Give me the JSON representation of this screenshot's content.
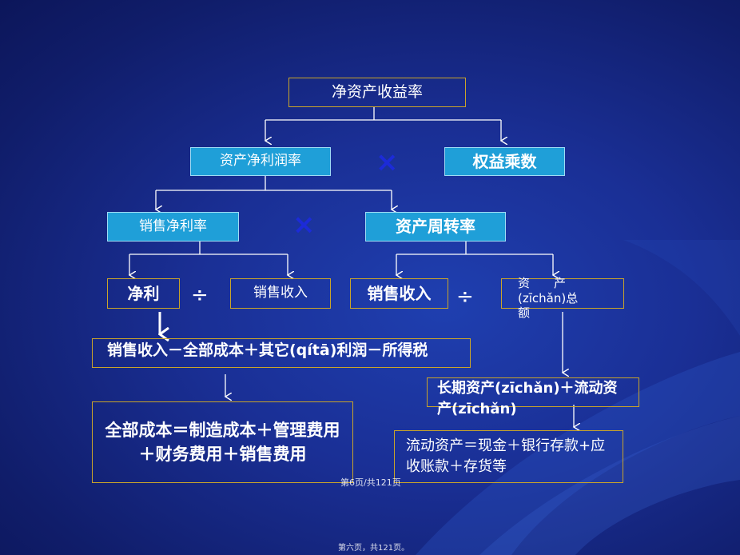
{
  "boxes": {
    "roe": "净资产收益率",
    "net_margin_on_assets": "资产净利润率",
    "equity_multiplier": "权益乘数",
    "sales_net_margin": "销售净利率",
    "asset_turnover": "资产周转率",
    "net_profit": "净利",
    "sales_revenue_1": "销售收入",
    "sales_revenue_2": "销售收入",
    "total_assets": "资　　产(zīchǎn)总额",
    "net_profit_formula": "销售收入－全部成本＋其它(qítā)利润－所得税",
    "total_cost_formula": "全部成本＝制造成本＋管理费用＋财务费用＋销售费用",
    "long_current_assets": "长期资产(zīchǎn)＋流动资产(zīchǎn)",
    "current_assets_formula": "流动资产＝现金＋银行存款+应收账款＋存货等"
  },
  "operators": {
    "times_1": "×",
    "times_2": "×",
    "divide_1": "÷",
    "divide_2": "÷"
  },
  "footer": {
    "page_overlay": "第6页/共121页",
    "page_bottom": "第六页，共121页。"
  }
}
